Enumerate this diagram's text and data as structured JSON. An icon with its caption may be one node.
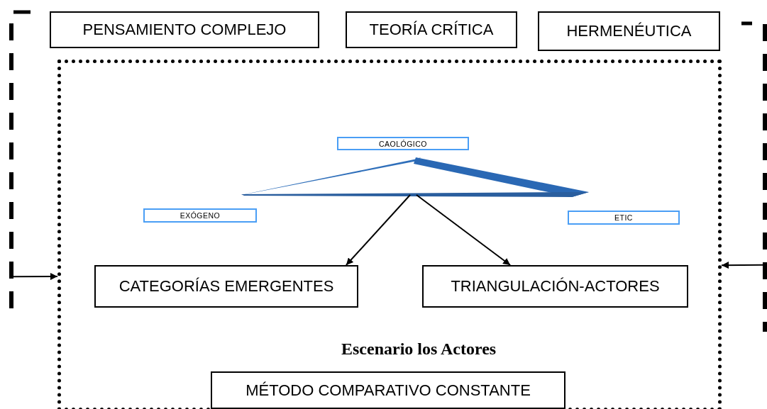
{
  "diagram": {
    "nodes": [
      {
        "text": [
          "PENSAMIENTO COMPLEJO"
        ]
      },
      {
        "text": [
          "TEORÍA CRÍTICA"
        ]
      },
      {
        "text": [
          "HERMENÉUTICA"
        ]
      },
      {
        "text": [
          "Escenario los Actores"
        ]
      },
      {
        "text": [
          "CAOLÓGICO"
        ],
        "in": 3
      },
      {
        "text": [],
        "shape": "triangle",
        "in": 3
      },
      {
        "text": [
          "EXÓGENO"
        ],
        "in": 3
      },
      {
        "text": [
          "ETIC"
        ],
        "in": 3
      },
      {
        "text": [
          "CATEGORÍAS EMERGENTES"
        ],
        "in": 3
      },
      {
        "text": [
          "TRIANGULACIÓN-ACTORES"
        ],
        "in": 3
      },
      {
        "text": [
          "MÉTODO COMPARATIVO CONSTANTE"
        ],
        "in": 3
      },
      {
        "text": [],
        "shape": "bracket"
      },
      {
        "text": [],
        "shape": "bracket"
      }
    ],
    "edges": [
      {
        "from": 5,
        "to": 8,
        "arrow": "to"
      },
      {
        "from": 5,
        "to": 9,
        "arrow": "to"
      },
      {
        "from": 11,
        "to": 3,
        "arrow": "to"
      },
      {
        "from": 12,
        "to": 3,
        "arrow": "to"
      }
    ]
  }
}
